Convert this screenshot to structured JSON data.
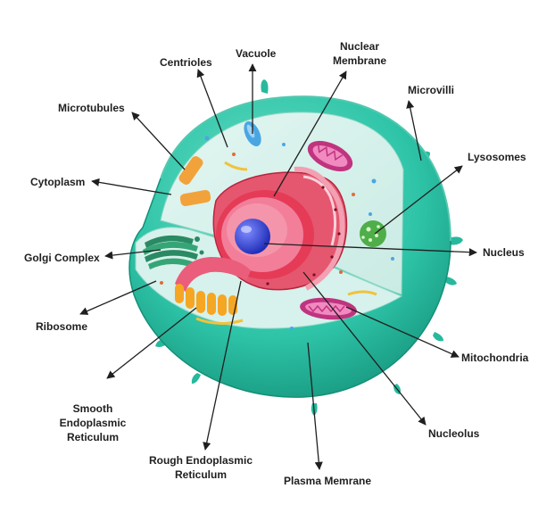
{
  "labels": {
    "vacuole": "Vacuole",
    "nuclear_membrane": "Nuclear\nMembrane",
    "centrioles": "Centrioles",
    "microvilli": "Microvilli",
    "microtubules": "Microtubules",
    "lysosomes": "Lysosomes",
    "cytoplasm": "Cytoplasm",
    "golgi_complex": "Golgi Complex",
    "nucleus": "Nucleus",
    "ribosome": "Ribosome",
    "mitochondria": "Mitochondria",
    "smooth_er": "Smooth\nEndoplasmic\nReticulum",
    "nucleolus": "Nucleolus",
    "rough_er": "Rough Endoplasmic\nReticulum",
    "plasma_membrane": "Plasma Memrane"
  },
  "colors": {
    "membrane": "#2ec4a8",
    "membrane_dark": "#17967f",
    "cytoplasm": "#d7f1ec",
    "nuclear_envelope": "#e53b57",
    "nucleus": "#f27e9a",
    "nucleolus": "#2c3fd0",
    "golgi": "#2a8a63",
    "mitochondria": "#c0347f",
    "lysosome": "#4fae4a",
    "vacuole": "#4aa6e3",
    "centriole": "#f2a23a",
    "smooth_er": "#f5a623"
  }
}
